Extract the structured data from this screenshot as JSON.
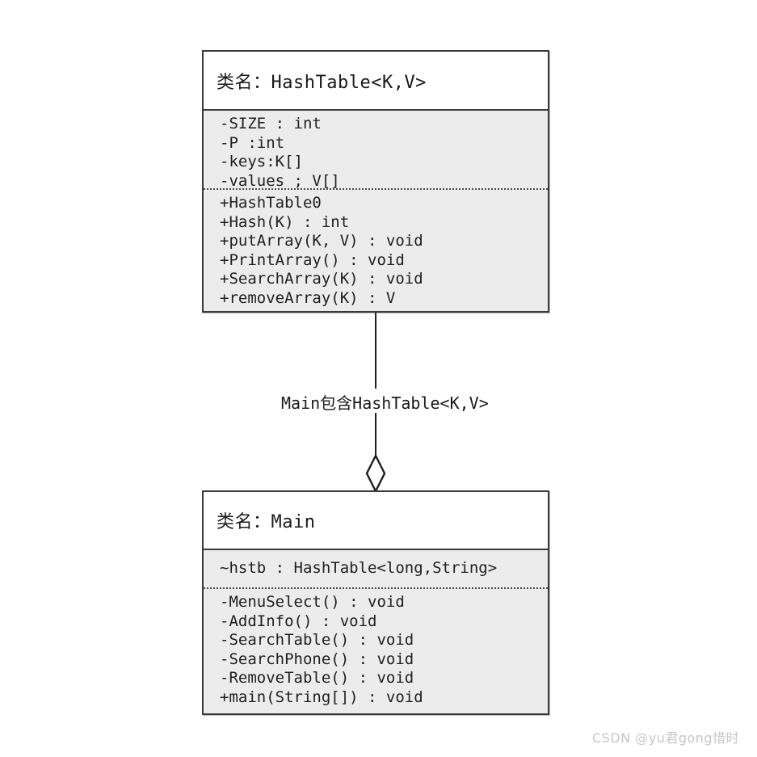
{
  "diagram": {
    "type": "uml-class-diagram",
    "background_color": "#ffffff",
    "classes": [
      {
        "id": "hashtable",
        "title": "类名：HashTable<K,V>",
        "attributes": [
          "-SIZE : int",
          "-P :int",
          "-keys:K[]",
          "-values ; V[]"
        ],
        "methods": [
          "+HashTable0",
          "+Hash(K) : int",
          "+putArray(K, V) : void",
          "+PrintArray() : void",
          "+SearchArray(K) : void",
          "+removeArray(K) : V"
        ]
      },
      {
        "id": "main",
        "title": "类名：Main",
        "attributes": [
          "~hstb : HashTable<long,String>"
        ],
        "methods": [
          "-MenuSelect() : void",
          "-AddInfo() : void",
          "-SearchTable() : void",
          "-SearchPhone() : void",
          "-RemoveTable() : void",
          "+main(String[]) : void"
        ]
      }
    ],
    "relationship": {
      "kind": "aggregation",
      "label": "Main包含HashTable<K,V>",
      "marker": "hollow-diamond",
      "from": "hashtable",
      "to": "main"
    },
    "colors": {
      "border": "#3a3a3a",
      "header_fill": "#ffffff",
      "body_fill": "#ececec",
      "text": "#1f1f1f",
      "line": "#1f1f1f",
      "watermark": "#c6c6c6"
    }
  },
  "watermark": {
    "text": "CSDN @yu君gong惜时"
  }
}
